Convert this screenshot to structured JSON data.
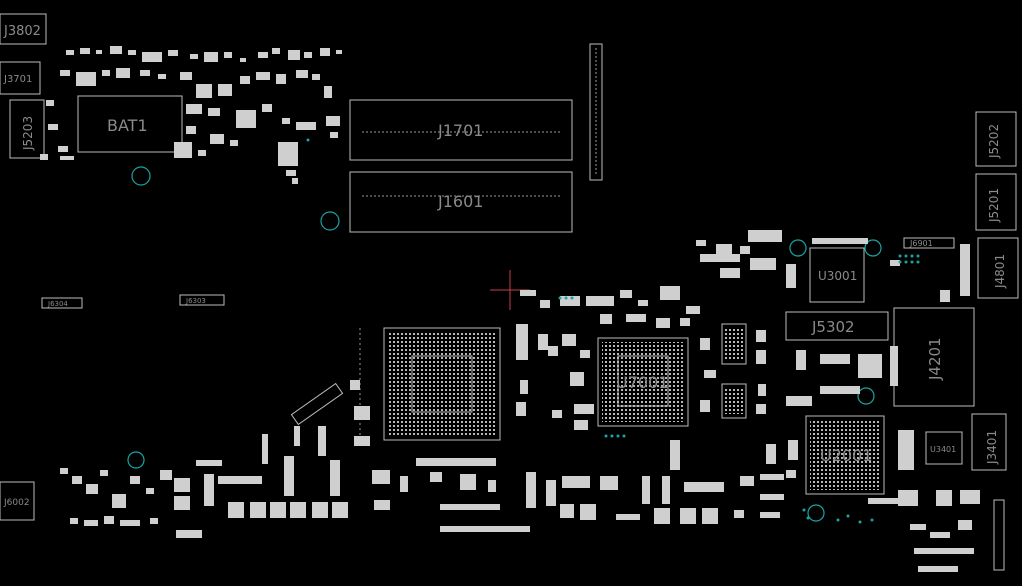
{
  "board": {
    "labels": {
      "j3802": "J3802",
      "j3701": "J3701",
      "j5203": "J5203",
      "bat1": "BAT1",
      "j1701": "J1701",
      "j1601": "J1601",
      "j5202": "J5202",
      "j5201": "J5201",
      "j4801": "J4801",
      "j6901": "J6901",
      "u3001": "U3001",
      "j5302": "J5302",
      "j4201": "J4201",
      "j6304": "J6304",
      "j6303": "J6303",
      "u7001": "U7001",
      "u2001": "U2001",
      "u3401": "U3401",
      "j3401": "J3401",
      "j6002": "J6002"
    },
    "colors": {
      "background": "#000000",
      "outline": "#bdbdbd",
      "label": "#8a8a8a",
      "via": "#1aa3a3",
      "crosshair": "#c0404a"
    }
  }
}
